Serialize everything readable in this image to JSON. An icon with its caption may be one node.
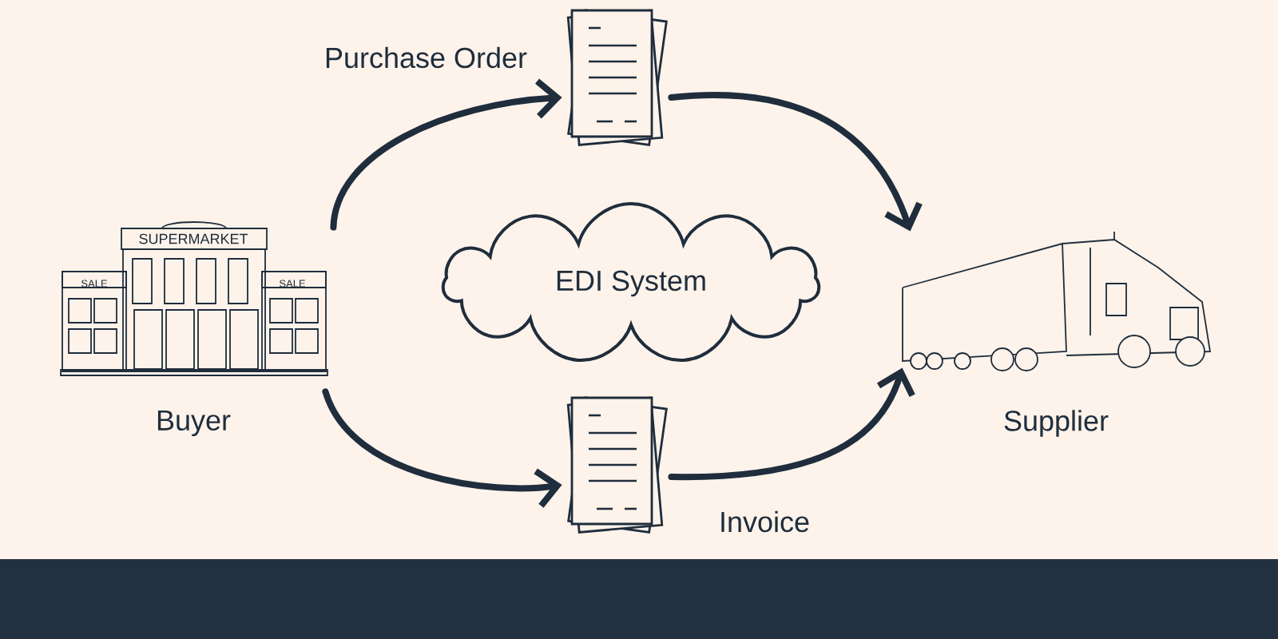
{
  "diagram": {
    "nodes": [
      {
        "text": [],
        "shape": "picture",
        "beside": [
          "Buyer"
        ]
      },
      {
        "text": [],
        "shape": "picture",
        "beside": [
          "Purchase Order"
        ]
      },
      {
        "text": [
          "EDI System"
        ]
      },
      {
        "text": [],
        "shape": "picture",
        "beside": [
          "Invoice"
        ]
      },
      {
        "text": [],
        "shape": "picture",
        "beside": [
          "Supplier"
        ]
      }
    ],
    "edges": [
      {
        "from": 0,
        "to": 1,
        "arrow": "to"
      },
      {
        "from": 1,
        "to": 4,
        "arrow": "to"
      },
      {
        "from": 0,
        "to": 3,
        "arrow": "to"
      },
      {
        "from": 3,
        "to": 4,
        "arrow": "to"
      }
    ],
    "labels": [
      "SUPERMARKET",
      "SALE",
      "SALE"
    ]
  }
}
